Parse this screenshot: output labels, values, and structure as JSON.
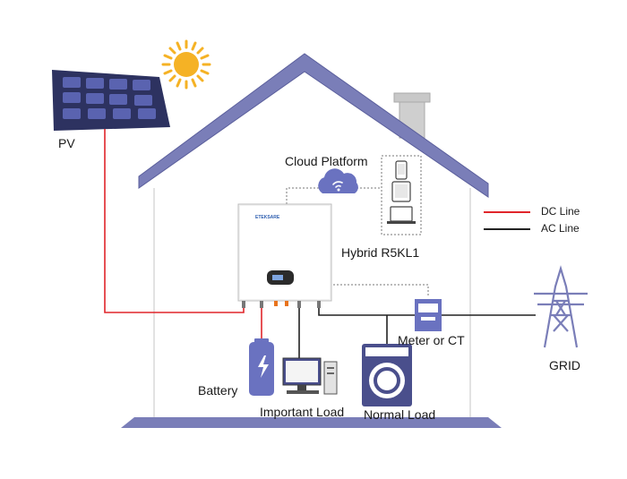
{
  "labels": {
    "pv": "PV",
    "cloud_platform": "Cloud Platform",
    "inverter_model": "Hybrid R5KL1",
    "inverter_brand": "ETEKSARE",
    "battery": "Battery",
    "important_load": "Important Load",
    "normal_load": "Normal Load",
    "meter": "Meter or CT",
    "grid": "GRID"
  },
  "legend": {
    "dc_line": "DC Line",
    "ac_line": "AC Line"
  },
  "colors": {
    "roof": "#7a7eb8",
    "roof_edge": "#5b5f9c",
    "house_wall": "#c9c9c9",
    "dc_line": "#e0252a",
    "ac_line": "#222222",
    "dotted": "#777777",
    "solar_panel_frame": "#2d3260",
    "solar_panel_cell": "#5a63b0",
    "sun": "#f5b225",
    "battery": "#6a72c0",
    "cloud": "#6a72c0",
    "tower": "#7a7eb8",
    "meter": "#6a72c0"
  },
  "icons": [
    "sun-icon",
    "solar-panel-icon",
    "cloud-wifi-icon",
    "phone-icon",
    "tablet-icon",
    "laptop-icon",
    "inverter-icon",
    "battery-icon",
    "computer-icon",
    "washing-machine-icon",
    "meter-icon",
    "transmission-tower-icon"
  ]
}
